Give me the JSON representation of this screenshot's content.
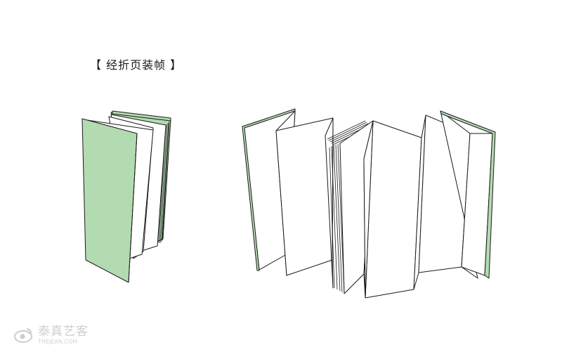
{
  "title": "【 经折页装帧 】",
  "watermark": {
    "name_cn": "泰真艺客",
    "name_en": "THEJEAN.COM",
    "icon": "weibo-eye-icon"
  },
  "colors": {
    "cover_green": "#b3dbb1",
    "line": "#1a1a1a",
    "page": "#ffffff"
  }
}
